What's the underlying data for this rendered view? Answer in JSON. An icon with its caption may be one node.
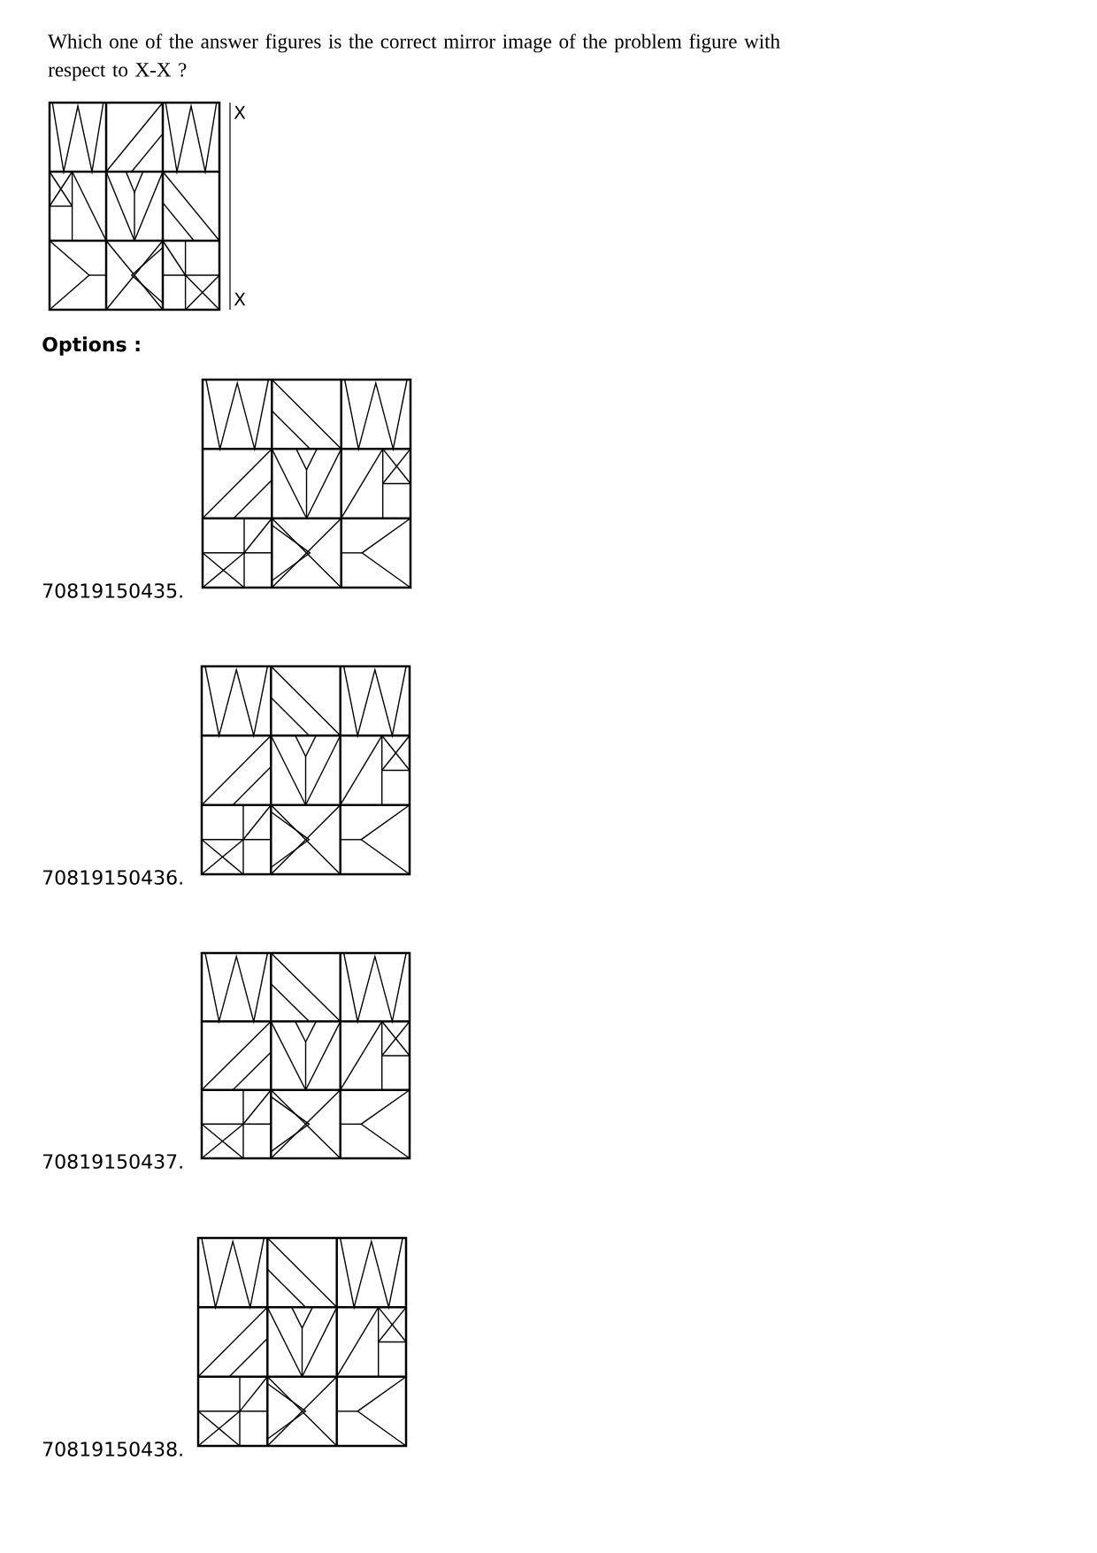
{
  "diagram": {
    "title": "Which one of the answer figures is the correct mirror image of the problem figure with respect to X-X ?",
    "labels": [
      "X",
      "X",
      "Options :",
      "70819150435.",
      "70819150436.",
      "70819150437.",
      "70819150438."
    ]
  }
}
